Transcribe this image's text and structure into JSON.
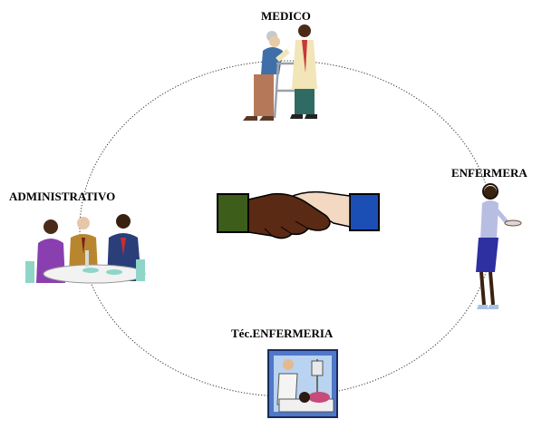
{
  "diagram": {
    "center_icon": "handshake-icon",
    "roles": [
      {
        "label": "MEDICO",
        "icon": "doctor-with-patient-icon"
      },
      {
        "label": "ENFERMERA",
        "icon": "nurse-icon"
      },
      {
        "label": "ADMINISTRATIVO",
        "icon": "meeting-table-icon"
      },
      {
        "label": "Téc.ENFERMERIA",
        "icon": "nurse-technician-icon"
      }
    ],
    "colors": {
      "circle": "#333333",
      "cuff_left": "#3d5e1a",
      "cuff_right": "#1c4fb5",
      "hand_dark": "#5a2a14",
      "hand_light": "#f3d8c2"
    }
  }
}
